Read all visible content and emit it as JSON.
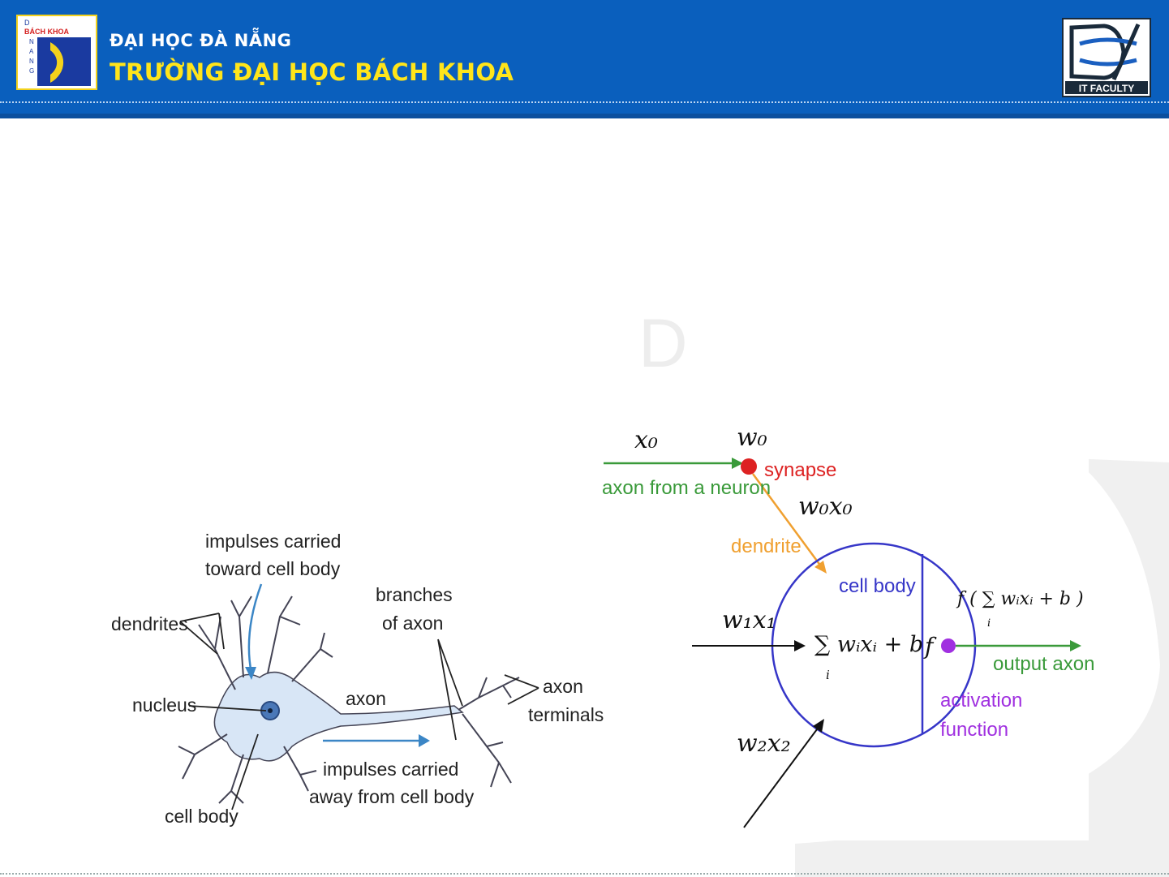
{
  "header": {
    "university": "ĐẠI HỌC ĐÀ NẴNG",
    "school": "TRƯỜNG ĐẠI HỌC BÁCH KHOA",
    "left_logo_text": "BÁCH KHOA",
    "left_logo_letters": [
      "D",
      "N",
      "A",
      "N",
      "G"
    ],
    "right_logo_text": "IT FACULTY",
    "bg_color": "#0a5fbd",
    "title_color": "#ffe51a"
  },
  "watermark": {
    "letter": "D"
  },
  "neuron_diagram": {
    "labels": {
      "impulses_toward_1": "impulses carried",
      "impulses_toward_2": "toward cell body",
      "dendrites": "dendrites",
      "nucleus": "nucleus",
      "cell_body": "cell body",
      "axon": "axon",
      "branches_1": "branches",
      "branches_2": "of axon",
      "axon_terminals_1": "axon",
      "axon_terminals_2": "terminals",
      "impulses_away_1": "impulses carried",
      "impulses_away_2": "away from cell body"
    }
  },
  "model_diagram": {
    "labels": {
      "x0": "x₀",
      "w0": "w₀",
      "synapse": "synapse",
      "axon_from": "axon from a neuron",
      "w0x0": "w₀x₀",
      "dendrite": "dendrite",
      "cell_body": "cell body",
      "w1x1": "w₁x₁",
      "sum_expr": "∑ wᵢxᵢ + b",
      "sum_index": "i",
      "f": "f",
      "output_expr": "f ( ∑ wᵢxᵢ + b )",
      "output_index": "i",
      "output_axon": "output axon",
      "activation_1": "activation",
      "activation_2": "function",
      "w2x2": "w₂x₂"
    },
    "colors": {
      "axon_in": "#3a9a3a",
      "synapse": "#dd2222",
      "dendrite": "#f0a030",
      "cell": "#3636c8",
      "activation": "#a030e0",
      "output": "#3a9a3a"
    }
  }
}
